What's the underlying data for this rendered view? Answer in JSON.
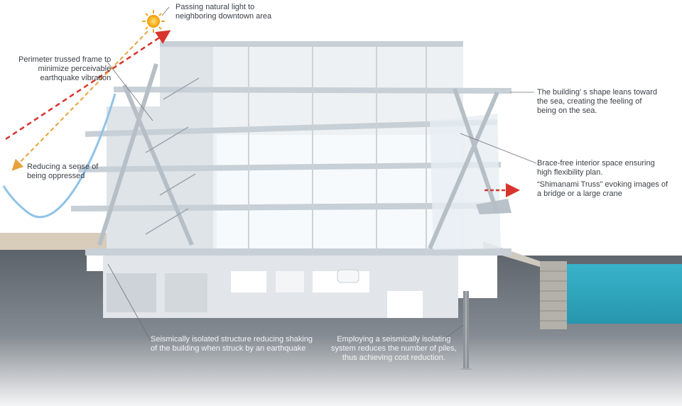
{
  "annotations": {
    "sunlight": {
      "lines": [
        "Passing natural light to",
        "neighboring downtown area"
      ]
    },
    "perimeter_frame": {
      "lines": [
        "Perimeter trussed frame to",
        "minimize perceivable",
        "earthquake vibration"
      ]
    },
    "oppression": {
      "lines": [
        "Reducing a sense of",
        "being oppressed"
      ]
    },
    "sea_lean": {
      "lines": [
        "The building’ s shape leans toward",
        "the sea, creating the feeling of",
        "being on the sea."
      ]
    },
    "brace_free": {
      "lines": [
        "Brace-free interior space ensuring",
        "high flexibility plan."
      ]
    },
    "truss": {
      "lines": [
        "“Shimanami Truss” evoking images of",
        "a bridge  or a large crane"
      ]
    },
    "seismic_isolation": {
      "lines": [
        "Seismically isolated structure reducing shaking",
        "of the building when struck by an earthquake"
      ]
    },
    "piles": {
      "lines": [
        "Employing a seismically isolating",
        "system reduces the number of piles,",
        "thus achieving cost reduction."
      ]
    }
  },
  "colors": {
    "sun": "#f4b72a",
    "light_ray": "#d9342b",
    "light_ray_alt": "#e9a23b",
    "ground": "#5b6168",
    "sea": "#3fb8cc",
    "building": "#e9edf0",
    "building_shadow": "#c4ccd3",
    "sky_curve": "#8fc3e6"
  },
  "icons": {
    "sun": "sun-icon",
    "arrow": "dashed-arrow-icon"
  }
}
